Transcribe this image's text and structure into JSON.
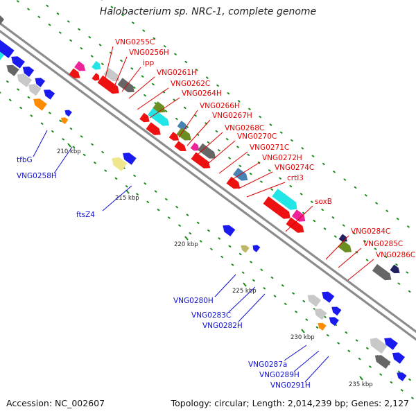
{
  "title": "Halobacterium sp. NRC-1, complete genome",
  "footer": {
    "accession": "Accession: NC_002607",
    "summary": "Topology: circular; Length: 2,014,239 bp; Genes: 2,127"
  },
  "colors": {
    "backbone": "#8c8c8c",
    "tick": "#1a8a1a",
    "label_forward": "#dd0000",
    "label_reverse": "#1010cc",
    "red": "#ee1111",
    "blue": "#1a1aee",
    "cyan": "#22e6e6",
    "magenta": "#ee2299",
    "lightgray": "#c8c8c8",
    "darkgray": "#666666",
    "orange": "#ff8c00",
    "olive": "#6b8e23",
    "khaki": "#bdb76b",
    "paleyellow": "#f0e68c",
    "steelblue": "#4682b4",
    "navy": "#202060"
  },
  "scale_labels": [
    "210 kbp",
    "215 kbp",
    "220 kbp",
    "225 kbp",
    "230 kbp",
    "235 kbp"
  ],
  "forward_labels": [
    "VNG0255C",
    "VNG0256H",
    "ipp",
    "VNG0261H",
    "VNG0262C",
    "VNG0264H",
    "VNG0266H",
    "VNG0267H",
    "VNG0268C",
    "VNG0270C",
    "VNG0271C",
    "VNG0272H",
    "VNG0274C",
    "crtI3",
    "soxB",
    "VNG0284C",
    "VNG0285C",
    "VNG0286C"
  ],
  "reverse_labels": [
    "tfbG",
    "VNG0258H",
    "ftsZ4",
    "VNG0280H",
    "VNG0283C",
    "VNG0282H",
    "VNG0287a",
    "VNG0289H",
    "VNG0291H"
  ]
}
